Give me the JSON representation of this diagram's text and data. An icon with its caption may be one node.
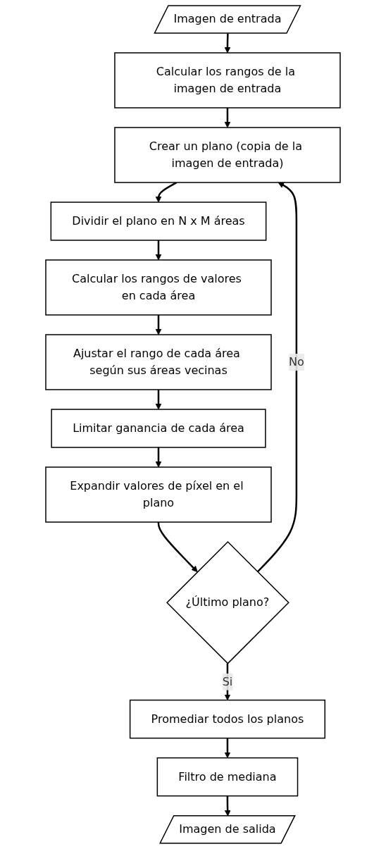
{
  "diagram": {
    "nodes": [
      {
        "text": [
          "Imagen de entrada"
        ]
      },
      {
        "text": [
          "Calcular los rangos de la imagen de entrada"
        ]
      },
      {
        "text": [
          "Crear un plano (copia de la imagen de entrada)"
        ]
      },
      {
        "text": [
          "Dividir el plano en N x M áreas"
        ]
      },
      {
        "text": [
          "Calcular los rangos de valores en cada área"
        ]
      },
      {
        "text": [
          "Ajustar el rango de cada área según sus áreas vecinas"
        ]
      },
      {
        "text": [
          "Limitar ganancia de cada área"
        ]
      },
      {
        "text": [
          "Expandir valores de píxel en el plano"
        ]
      },
      {
        "text": [
          "¿Último plano?"
        ]
      },
      {
        "text": [
          "Promediar todos los planos"
        ]
      },
      {
        "text": [
          "Filtro de mediana"
        ]
      },
      {
        "text": [
          "Imagen de salida"
        ]
      }
    ],
    "edges": [
      {
        "from": 0,
        "to": 1,
        "arrow": "to"
      },
      {
        "from": 1,
        "to": 2,
        "arrow": "to"
      },
      {
        "from": 2,
        "to": 3,
        "arrow": "to"
      },
      {
        "from": 3,
        "to": 4,
        "arrow": "to"
      },
      {
        "from": 4,
        "to": 5,
        "arrow": "to"
      },
      {
        "from": 5,
        "to": 6,
        "arrow": "to"
      },
      {
        "from": 6,
        "to": 7,
        "arrow": "to"
      },
      {
        "from": 7,
        "to": 8,
        "arrow": "to"
      },
      {
        "from": 8,
        "to": 2,
        "arrow": "to",
        "label": "No"
      },
      {
        "from": 8,
        "to": 9,
        "arrow": "to",
        "label": "Si"
      },
      {
        "from": 9,
        "to": 10,
        "arrow": "to"
      },
      {
        "from": 10,
        "to": 11,
        "arrow": "to"
      }
    ]
  }
}
